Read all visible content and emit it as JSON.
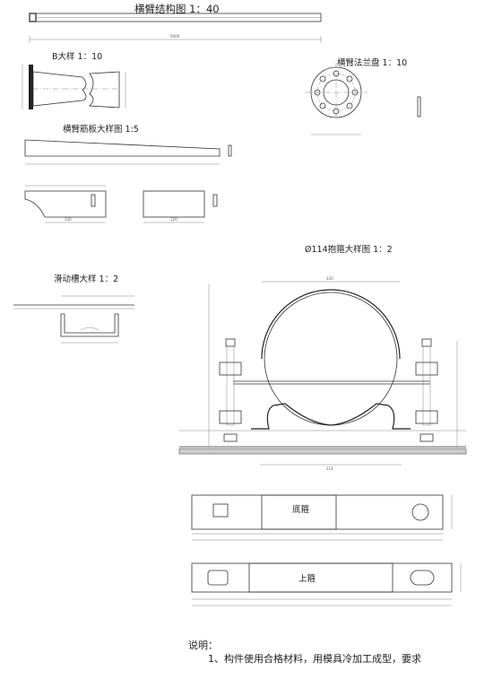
{
  "titles": {
    "crossarm_structure": "横臂结构图 1：40",
    "detail_b": "B大样 1：10",
    "flange": "横臂法兰盘 1：10",
    "rib_plate": "横臂筋板大样图 1:5",
    "hoop": "Ø114抱箍大样图 1：2",
    "slide_groove": "滑动槽大样 1：2"
  },
  "plate_labels": {
    "bottom_hoop": "底箍",
    "top_hoop": "上箍"
  },
  "dimensions": {
    "crossarm_length": "5000",
    "rib_length": "120",
    "rib_length2": "120",
    "hoop_width": "120",
    "hoop_outer": "114"
  },
  "notes": {
    "heading": "说明：",
    "line1": "1、构件使用合格材料，用模具冷加工成型，要求"
  },
  "colors": {
    "line": "#333333",
    "background": "#ffffff"
  }
}
